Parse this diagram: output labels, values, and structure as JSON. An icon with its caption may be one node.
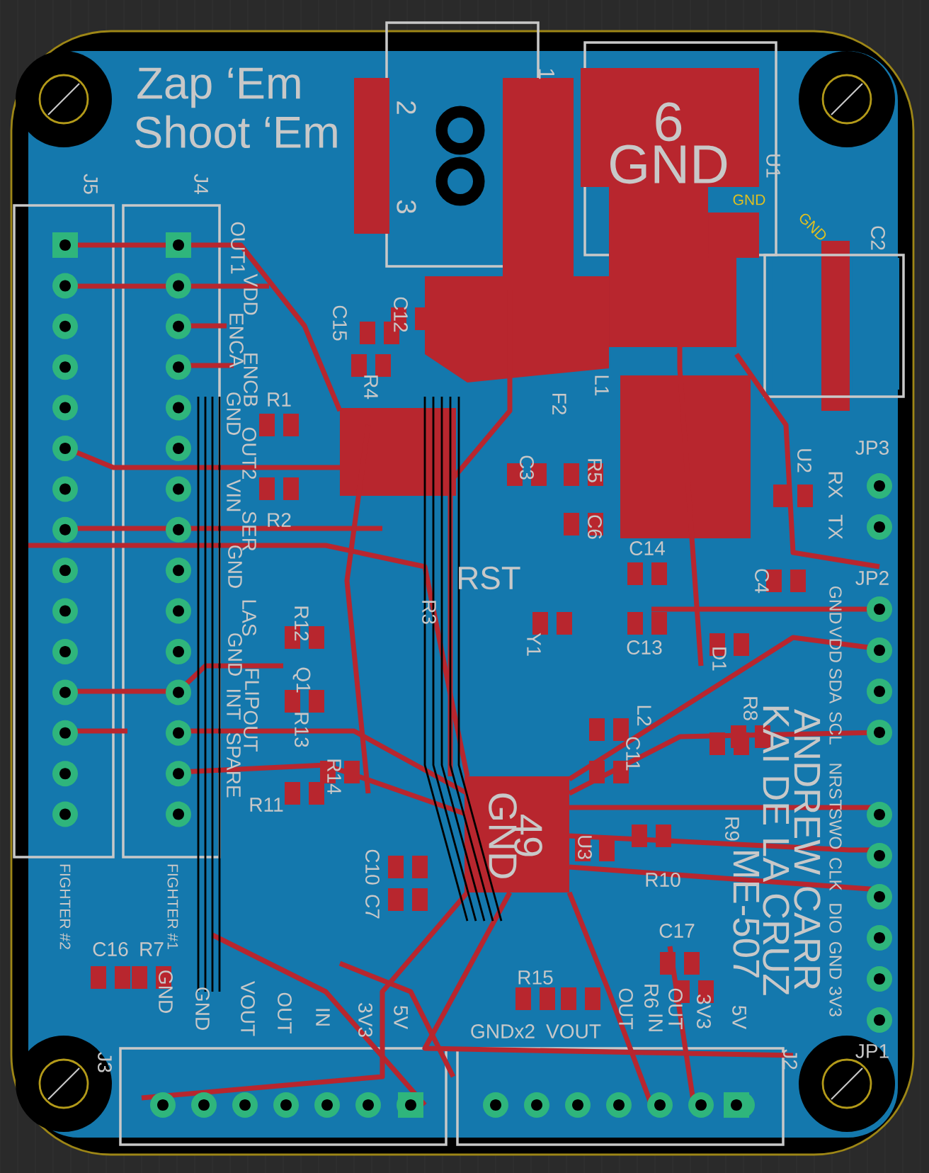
{
  "diagram": {
    "labels": [
      "Zap ‘Em",
      "Shoot ‘Em",
      "2",
      "3",
      "1",
      "6",
      "GND",
      "U1",
      "GND",
      "GND",
      "C2",
      "J5",
      "J4",
      "OUT1",
      "VDD",
      "ENCA",
      "ENCB",
      "GND",
      "OUT2",
      "VIN",
      "SER",
      "GND",
      "LAS",
      "GND",
      "FLIP",
      "INT",
      "OUT",
      "SPARE",
      "C15",
      "C12",
      "R1",
      "R4",
      "R2",
      "F2",
      "L1",
      "U2",
      "C3",
      "R5",
      "C6",
      "C14",
      "RST",
      "JP3",
      "RX",
      "TX",
      "JP2",
      "C4",
      "GND",
      "VDD",
      "SDA",
      "SCL",
      "Y1",
      "C13",
      "D1",
      "L2",
      "C11",
      "R8",
      "R9",
      "R3",
      "R12",
      "Q1",
      "R13",
      "R11",
      "R14",
      "C10",
      "C7",
      "49",
      "GND",
      "U3",
      "R10",
      "C17",
      "R15",
      "R6",
      "IN",
      "OUT",
      "3V3",
      "5V",
      "OUT",
      "GNDx2",
      "VOUT",
      "ANDREW CARR",
      "KAI DE LA CRUZ",
      "ME-507",
      "NRST",
      "SWO",
      "CLK",
      "DIO",
      "GND",
      "3V3",
      "JP1",
      "J2",
      "J3",
      "C16",
      "R7",
      "GND",
      "GND",
      "VOUT",
      "OUT",
      "IN",
      "3V3",
      "5V",
      "FIGHTER #2",
      "FIGHTER #1"
    ]
  }
}
